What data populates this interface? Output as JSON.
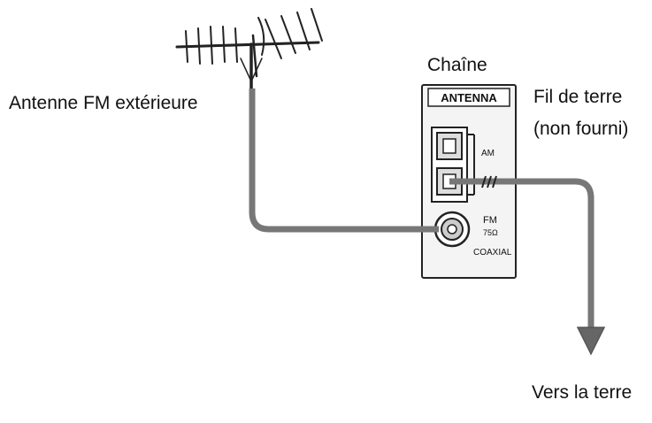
{
  "labels": {
    "outdoor_antenna": "Antenne FM extérieure",
    "unit": "Chaîne",
    "ground_wire_line1": "Fil de terre",
    "ground_wire_line2": "(non fourni)",
    "to_earth": "Vers la terre"
  },
  "panel": {
    "title": "ANTENNA",
    "am_label": "AM",
    "fm_label": "FM",
    "fm_impedance": "75Ω",
    "fm_type": "COAXIAL"
  },
  "colors": {
    "cable": "#777777",
    "panel_fill": "#f4f4f4",
    "outline": "#222222"
  },
  "icons": [
    "antenna-icon",
    "ground-arrow-icon",
    "coaxial-jack-icon",
    "am-terminal-icon"
  ]
}
